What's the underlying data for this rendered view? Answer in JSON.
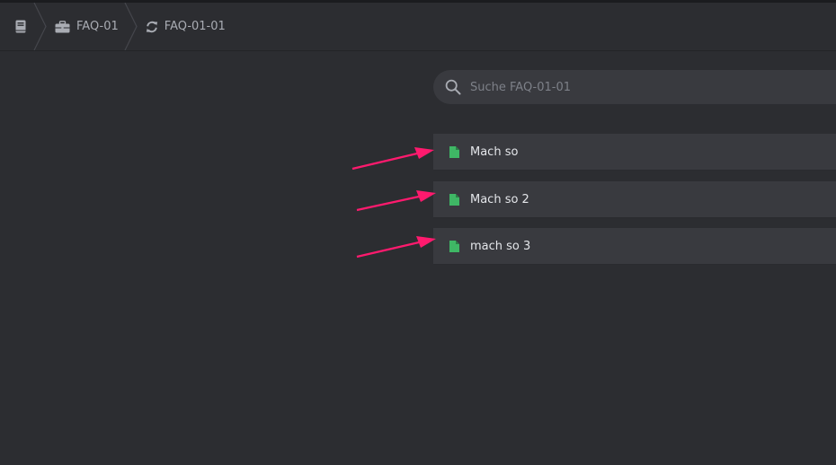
{
  "breadcrumb": {
    "items": [
      {
        "icon": "book-icon",
        "label": ""
      },
      {
        "icon": "briefcase-icon",
        "label": "FAQ-01"
      },
      {
        "icon": "sync-icon",
        "label": "FAQ-01-01"
      }
    ]
  },
  "search": {
    "icon": "search-icon",
    "placeholder": "Suche FAQ-01-01",
    "value": ""
  },
  "documents": [
    {
      "icon": "document-icon",
      "label": "Mach so"
    },
    {
      "icon": "document-icon",
      "label": "Mach so 2"
    },
    {
      "icon": "document-icon",
      "label": "mach so 3"
    }
  ],
  "colors": {
    "background": "#2c2d31",
    "panel": "#393a3f",
    "document_icon": "#3fb765",
    "annotation_arrow": "#ff1a6e"
  }
}
